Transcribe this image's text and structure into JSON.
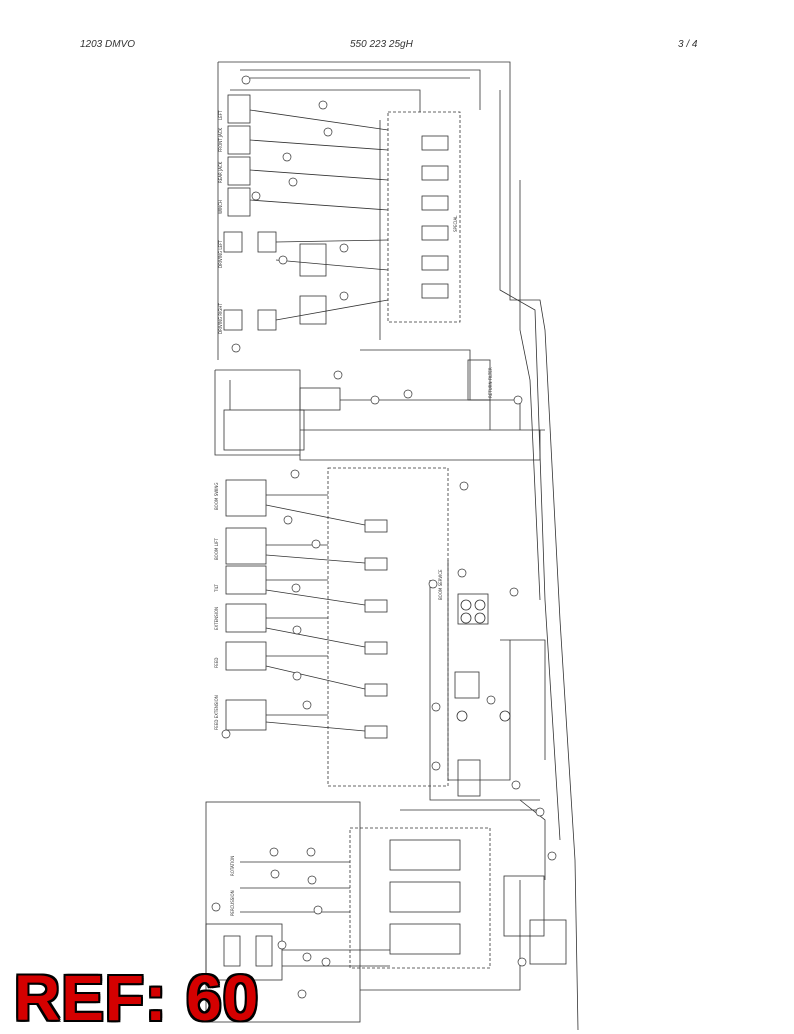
{
  "header": {
    "left": "1203 DMVO",
    "center": "550 223 25gH",
    "right": "3 /   4"
  },
  "diagram": {
    "upper_actuators": [
      "LEFT",
      "FRONT JACK",
      "REAR JACK",
      "WINCH",
      "DRIVING LEFT",
      "DRIVING RIGHT"
    ],
    "upper_valve": "SPECIAL",
    "boom_actuators": [
      "BOOM SWING",
      "BOOM LIFT",
      "TILT",
      "EXTENSION",
      "FEED",
      "FEED EXTENSION"
    ],
    "boom_valve": "BOOM SERVICE",
    "lower_actuators": [
      "ROTATION",
      "PERCUSSION"
    ],
    "return_filter": "RETURN FILTER"
  },
  "stamp": {
    "text": "REF: 60"
  }
}
